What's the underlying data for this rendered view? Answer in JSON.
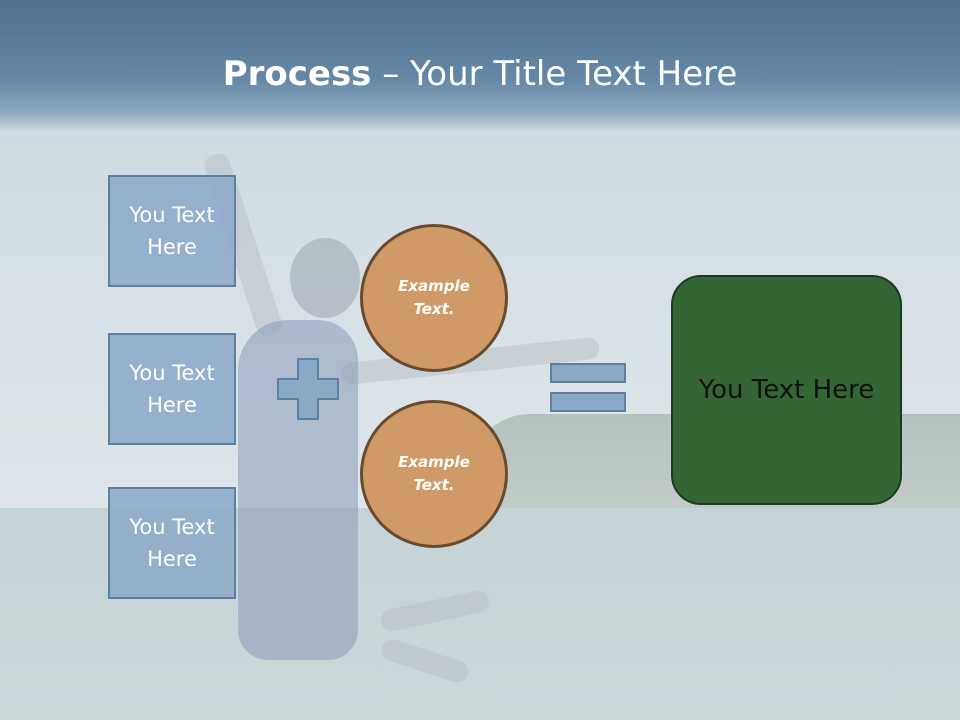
{
  "title": {
    "bold": "Process",
    "rest": " – Your Title Text Here"
  },
  "left_boxes": [
    {
      "label": "You Text Here"
    },
    {
      "label": "You Text Here"
    },
    {
      "label": "You Text Here"
    }
  ],
  "operator_plus": "plus-icon",
  "circles": [
    {
      "label": "Example Text."
    },
    {
      "label": "Example Text."
    }
  ],
  "operator_equals": "equals-icon",
  "result": {
    "label": "You Text Here"
  },
  "colors": {
    "header": "#5a7b9b",
    "box_fill": "#8caac8",
    "circle_fill": "#d09a68",
    "result_fill": "#346535"
  }
}
